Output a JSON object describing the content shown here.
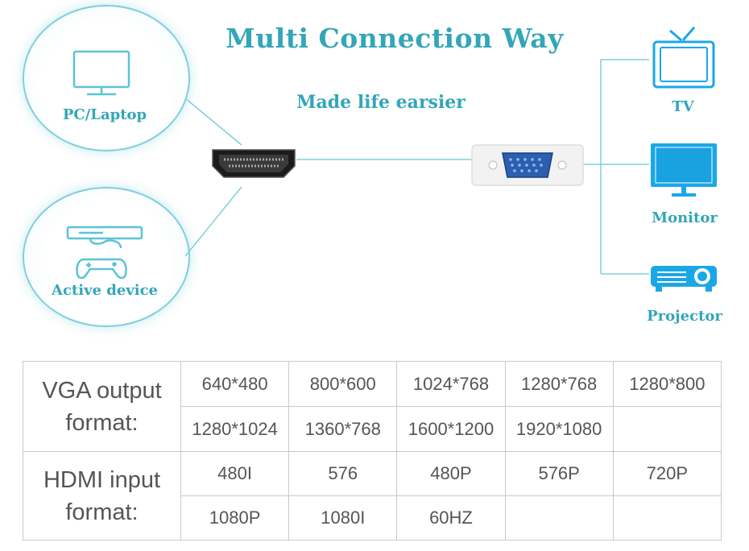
{
  "header": {
    "title": "Multi Connection Way",
    "subtitle": "Made life earsier"
  },
  "inputs": {
    "pc_label": "PC/Laptop",
    "active_label": "Active device"
  },
  "outputs": {
    "tv_label": "TV",
    "monitor_label": "Monitor",
    "projector_label": "Projector"
  },
  "colors": {
    "accent": "#33a6b8",
    "circle_border": "#7fcfdc",
    "icon_blue": "#1aa7e8",
    "connector": "#2b5fb0"
  },
  "table": {
    "vga_header_line1": "VGA output",
    "vga_header_line2": "format:",
    "vga_row1": [
      "640*480",
      "800*600",
      "1024*768",
      "1280*768",
      "1280*800"
    ],
    "vga_row2": [
      "1280*1024",
      "1360*768",
      "1600*1200",
      "1920*1080",
      ""
    ],
    "hdmi_header_line1": "HDMI input",
    "hdmi_header_line2": "format:",
    "hdmi_row1": [
      "480I",
      "576",
      "480P",
      "576P",
      "720P"
    ],
    "hdmi_row2": [
      "1080P",
      "1080I",
      "60HZ",
      "",
      ""
    ]
  }
}
